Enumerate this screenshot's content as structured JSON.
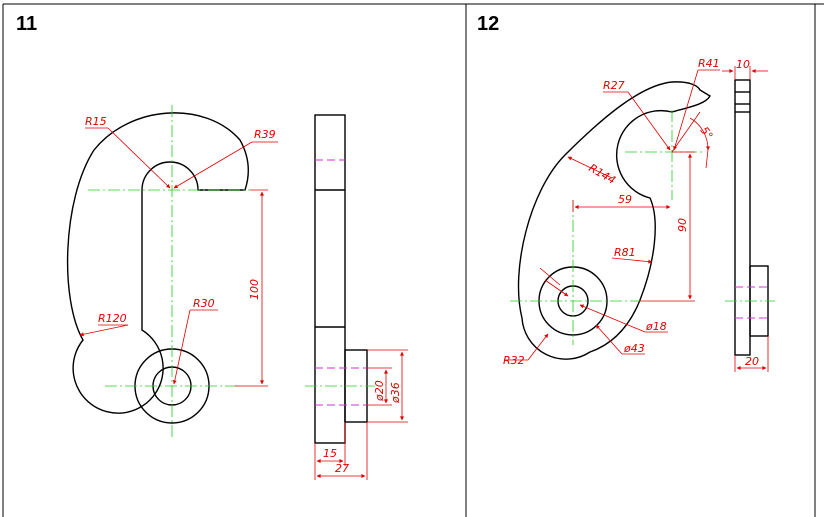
{
  "panels": [
    {
      "number": "11",
      "dims": {
        "r15": "R15",
        "r39": "R39",
        "r120": "R120",
        "r30": "R30",
        "len100": "100",
        "d20": "ø20",
        "d36": "ø36",
        "w15": "15",
        "w27": "27"
      }
    },
    {
      "number": "12",
      "dims": {
        "r27": "R27",
        "r41": "R41",
        "w10": "10",
        "ang5": "5°",
        "r144": "R144",
        "len59": "59",
        "len90": "90",
        "r81": "R81",
        "d18": "ø18",
        "d43": "ø43",
        "r32": "R32",
        "w20": "20"
      }
    }
  ]
}
